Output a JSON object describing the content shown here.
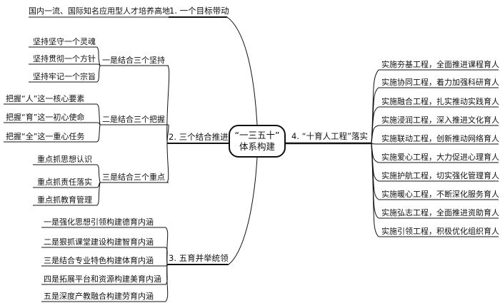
{
  "center": {
    "line1": "“一三五十”",
    "line2": "体系构建"
  },
  "branches": {
    "b1": {
      "label": "1. 一个目标带动",
      "items": [
        "国内一流、国际知名应用型人才培养高地"
      ]
    },
    "b2": {
      "label": "2. 三个结合推进",
      "groups": [
        {
          "label": "一是结合三个坚持",
          "items": [
            "坚持坚守一个灵魂",
            "坚持贯彻一个方针",
            "坚持牢记一个宗旨"
          ]
        },
        {
          "label": "二是结合三个把握",
          "items": [
            "把握“人”这一核心要素",
            "把握“育”这一初心使命",
            "把握“全”这一重心任务"
          ]
        },
        {
          "label": "三是结合三个重点",
          "items": [
            "重点抓思想认识",
            "重点抓责任落实",
            "重点抓教育管理"
          ]
        }
      ]
    },
    "b3": {
      "label": "3. 五育并举统领",
      "items": [
        "一是强化思想引领构建德育内涵",
        "二是狠抓课堂建设构建智育内涵",
        "三是结合专业特色构建体育内涵",
        "四是拓展平台和资源构建美育内涵",
        "五是深度产教融合构建劳育内涵"
      ]
    },
    "b4": {
      "label": "4. “十育人工程”落实",
      "items": [
        "实施夯基工程，全面推进课程育人",
        "实施协同工程，着力加强科研育人",
        "实施融合工程，扎实推动实践育人",
        "实施浸润工程，深入推进文化育人",
        "实施联动工程，创新推动网络育人",
        "实施爱心工程，大力促进心理育人",
        "实施护航工程，切实强化管理育人",
        "实施暖心工程，不断深化服务育人",
        "实施弘志工程，全面推进资助育人",
        "实施引领工程，积极优化组织育人"
      ]
    }
  }
}
